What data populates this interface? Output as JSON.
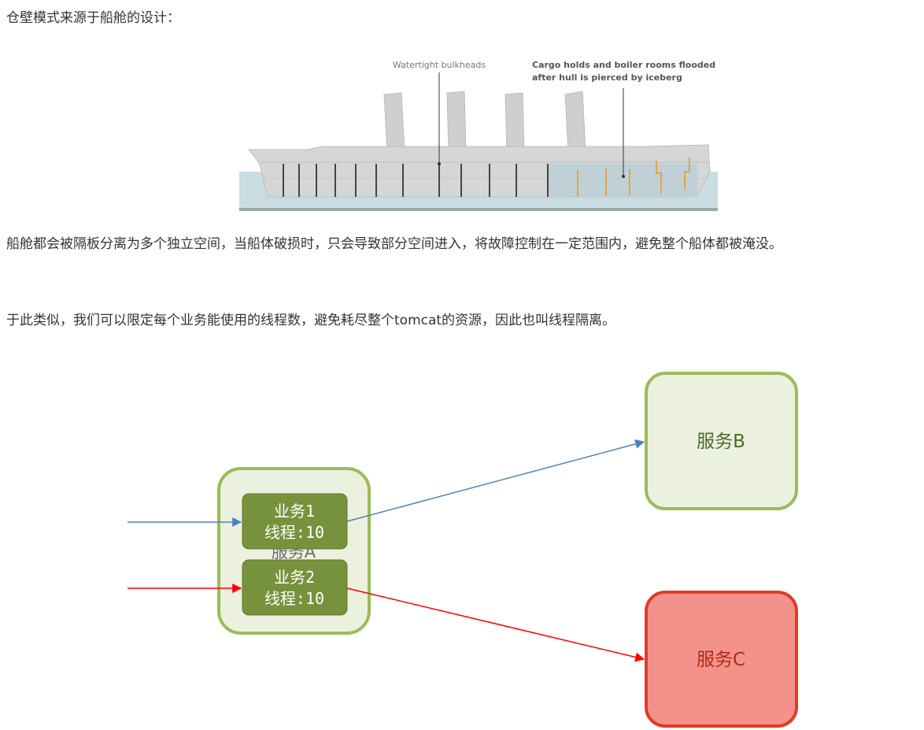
{
  "text": {
    "intro": "仓壁模式来源于船舱的设计：",
    "explanation": "船舱都会被隔板分离为多个独立空间，当船体破损时，只会导致部分空间进入，将故障控制在一定范围内，避免整个船体都被淹没。",
    "analogy": "于此类似，我们可以限定每个业务能使用的线程数，避免耗尽整个tomcat的资源，因此也叫线程隔离。"
  },
  "ship_figure": {
    "label_bulkheads": "Watertight bulkheads",
    "label_flooded_line1": "Cargo holds and boiler rooms flooded",
    "label_flooded_line2": "after hull is pierced by iceberg"
  },
  "diagram": {
    "service_a": "服务A",
    "service_b": "服务B",
    "service_c": "服务C",
    "business1_line1": "业务1",
    "business1_line2": "线程:10",
    "business2_line1": "业务2",
    "business2_line2": "线程:10"
  },
  "colors": {
    "green_border": "#9bbb59",
    "green_fill": "#ebf1de",
    "business_fill": "#76923c",
    "red_border": "#e03c25",
    "red_fill": "#f3928a",
    "blue_arrow": "#4f81bd",
    "red_arrow": "#ff0000",
    "water": "#c9dde2",
    "flood_orange": "#e8a33d"
  }
}
